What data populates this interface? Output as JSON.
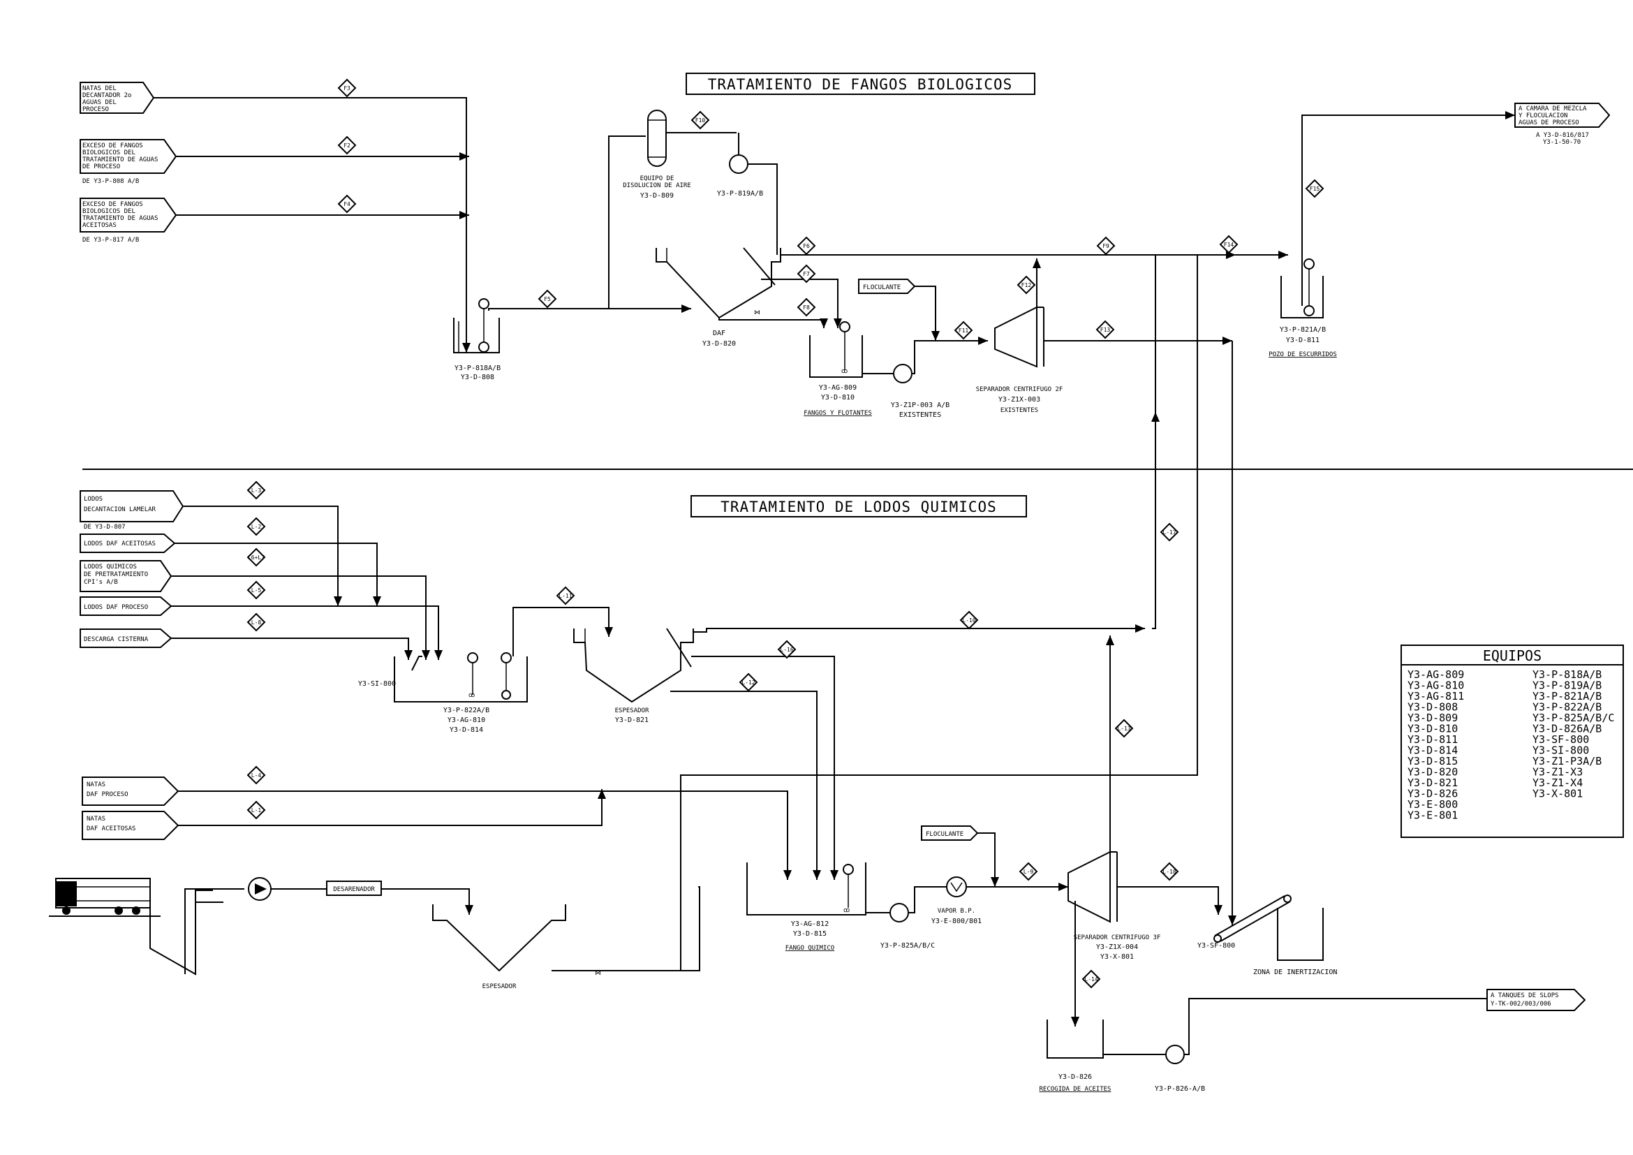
{
  "titles": {
    "biologicos": "TRATAMIENTO DE FANGOS BIOLOGICOS",
    "quimicos": "TRATAMIENTO DE LODOS QUIMICOS"
  },
  "inputs_top": {
    "natas_l1": "NATAS DEL",
    "natas_l2": "DECANTADOR 2o",
    "natas_l3": "AGUAS DEL",
    "natas_l4": "PROCESO",
    "exceso1_l1": "EXCESO DE FANGOS",
    "exceso1_l2": "BIOLOGICOS DEL",
    "exceso1_l3": "TRATAMIENTO DE AGUAS",
    "exceso1_l4": "DE PROCESO",
    "exceso1_src": "DE Y3-P-808 A/B",
    "exceso2_l1": "EXCESO DE FANGOS",
    "exceso2_l2": "BIOLOGICOS DEL",
    "exceso2_l3": "TRATAMIENTO DE AGUAS",
    "exceso2_l4": "ACEITOSAS",
    "exceso2_src": "DE Y3-P-817 A/B"
  },
  "outputs_top": {
    "camara_l1": "A CAMARA DE MEZCLA",
    "camara_l2": "Y FLOCULACION",
    "camara_l3": "AGUAS DE PROCESO",
    "camara_l4": "A Y3-D-816/817",
    "camara_l5": "Y3-1-50-70"
  },
  "flow_tags_top": {
    "f3": "F3",
    "f2": "F2",
    "f4": "F4",
    "f5": "F5",
    "f10": "F10",
    "f6": "F6",
    "f7": "F7",
    "f8": "F8",
    "f11": "F11",
    "f12": "F12",
    "f13": "F13",
    "f9": "F9",
    "f14": "F14",
    "f15": "F15"
  },
  "equipment_top": {
    "p818": "Y3-P-818A/B",
    "d808": "Y3-D-808",
    "equipo_l1": "EQUIPO DE",
    "equipo_l2": "DISOLUCION DE AIRE",
    "d809": "Y3-D-809",
    "p819": "Y3-P-819A/B",
    "daf": "DAF",
    "d820": "Y3-D-820",
    "ag809": "Y3-AG-809",
    "d810": "Y3-D-810",
    "fangos": "FANGOS Y FLOTANTES",
    "z1p": "Y3-Z1P-003 A/B",
    "existentes1": "EXISTENTES",
    "floculante1": "FLOCULANTE",
    "sep2f_l1": "SEPARADOR CENTRIFUGO 2F",
    "sep2f_l2": "Y3-Z1X-003",
    "existentes2": "EXISTENTES",
    "p821": "Y3-P-821A/B",
    "d811": "Y3-D-811",
    "pozo": "POZO DE ESCURRIDOS"
  },
  "inputs_bottom": {
    "lodos1_l1": "LODOS",
    "lodos1_l2": "DECANTACION LAMELAR",
    "lodos1_src": "DE Y3-D-807",
    "lodos2": "LODOS DAF ACEITOSAS",
    "lodos3_l1": "LODOS QUIMICOS",
    "lodos3_l2": "DE PRETRATAMIENTO",
    "lodos3_l3": "CPI's A/B",
    "lodos4": "LODOS DAF PROCESO",
    "descarga": "DESCARGA CISTERNA",
    "natas1_l1": "NATAS",
    "natas1_l2": "DAF PROCESO",
    "natas2_l1": "NATAS",
    "natas2_l2": "DAF ACEITOSAS"
  },
  "flow_tags_bottom": {
    "l3": "L-3",
    "l2": "L-2",
    "l6l7": "L6+L7",
    "l5": "L-5",
    "l8": "L-8",
    "l11": "L-11",
    "l10": "L-10",
    "l16": "L-16",
    "l12": "L-12",
    "l17": "L-17",
    "l13": "L-13",
    "l4": "L-4",
    "l1": "L-1",
    "l9": "L-9",
    "l18": "L-18",
    "l14": "L-14"
  },
  "equipment_bottom": {
    "si800": "Y3-SI-800",
    "p822": "Y3-P-822A/B",
    "ag810": "Y3-AG-810",
    "d814": "Y3-D-814",
    "espesador1": "ESPESADOR",
    "d821": "Y3-D-821",
    "desarenador": "DESARENADOR",
    "espesador2": "ESPESADOR",
    "ag812": "Y3-AG-812",
    "d815": "Y3-D-815",
    "fango_quimico": "FANGO QUIMICO",
    "p825": "Y3-P-825A/B/C",
    "floculante2": "FLOCULANTE",
    "vapor": "VAPOR B.P.",
    "e800": "Y3-E-800/801",
    "sep3f_l1": "SEPARADOR CENTRIFUGO 3F",
    "sep3f_l2": "Y3-Z1X-004",
    "sep3f_l3": "Y3-X-801",
    "sf800": "Y3-SF-800",
    "zona": "ZONA DE INERTIZACION",
    "d826": "Y3-D-826",
    "recogida": "RECOGIDA DE ACEITES",
    "p826": "Y3-P-826-A/B",
    "slops_l1": "A TANQUES DE SLOPS",
    "slops_l2": "Y-TK-002/003/006"
  },
  "equipos": {
    "header": "EQUIPOS",
    "col1": [
      "Y3-AG-809",
      "Y3-AG-810",
      "Y3-AG-811",
      "Y3-D-808",
      "Y3-D-809",
      "Y3-D-810",
      "Y3-D-811",
      "Y3-D-814",
      "Y3-D-815",
      "Y3-D-820",
      "Y3-D-821",
      "Y3-D-826",
      "Y3-E-800",
      "Y3-E-801"
    ],
    "col2": [
      "Y3-P-818A/B",
      "Y3-P-819A/B",
      "Y3-P-821A/B",
      "Y3-P-822A/B",
      "Y3-P-825A/B/C",
      "Y3-D-826A/B",
      "Y3-SF-800",
      "Y3-SI-800",
      "Y3-Z1-P3A/B",
      "Y3-Z1-X3",
      "Y3-Z1-X4",
      "Y3-X-801"
    ]
  }
}
